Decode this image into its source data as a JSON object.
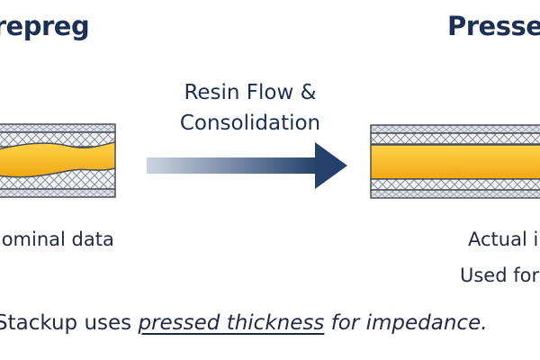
{
  "headings": {
    "left": "Prepreg",
    "right": "Pressed"
  },
  "process": {
    "line1": "Resin Flow &",
    "line2": "Consolidation"
  },
  "captions": {
    "left": "Nominal data",
    "right_line1": "Actual in",
    "right_line2": "Used for"
  },
  "note": {
    "prefix": "Stackup uses ",
    "emphasis": "pressed thickness",
    "suffix": " for impedance."
  },
  "colors": {
    "navy": "#1c2f55",
    "resin": "#f4b82a",
    "copper_layer": "#d6d9de",
    "outline": "#4a4f57"
  }
}
